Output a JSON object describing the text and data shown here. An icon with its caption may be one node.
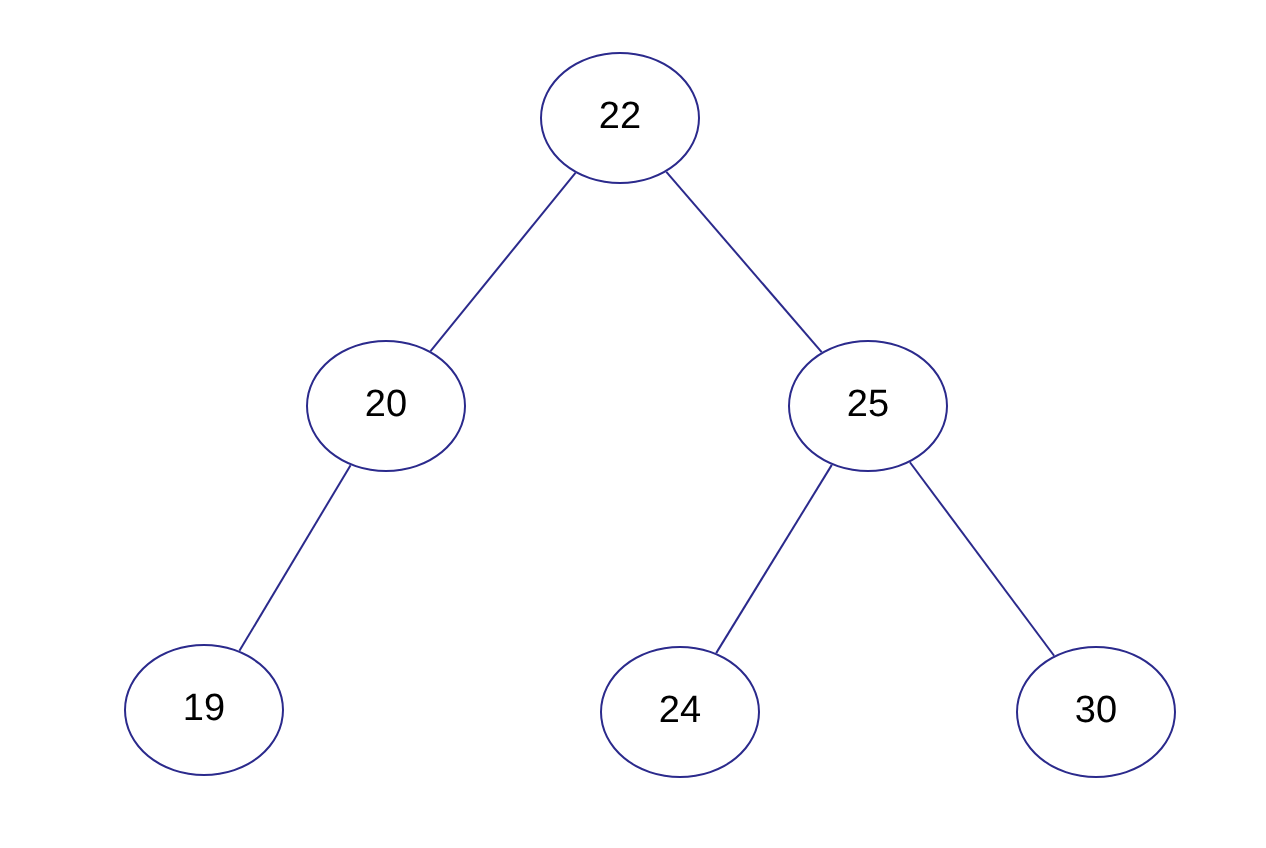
{
  "diagram": {
    "nodes": [
      {
        "text": [
          "22"
        ]
      },
      {
        "text": [
          "20"
        ]
      },
      {
        "text": [
          "25"
        ]
      },
      {
        "text": [
          "19"
        ]
      },
      {
        "text": [
          "24"
        ]
      },
      {
        "text": [
          "30"
        ]
      }
    ],
    "edges": [
      {
        "from": 0,
        "to": 1,
        "arrow": "none"
      },
      {
        "from": 0,
        "to": 2,
        "arrow": "none"
      },
      {
        "from": 1,
        "to": 3,
        "arrow": "none"
      },
      {
        "from": 2,
        "to": 4,
        "arrow": "none"
      },
      {
        "from": 2,
        "to": 5,
        "arrow": "none"
      }
    ]
  }
}
